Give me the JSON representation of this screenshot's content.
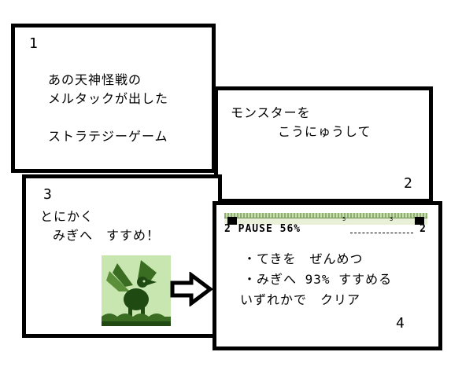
{
  "panels": {
    "p1": {
      "number": "1",
      "lines": [
        "あの天神怪戦の",
        "メルタックが出した",
        "ストラテジーゲーム"
      ]
    },
    "p2": {
      "number": "2",
      "lines": [
        "モンスターを",
        "こうにゅうして"
      ]
    },
    "p3": {
      "number": "3",
      "lines": [
        "とにかく",
        "みぎへ　すすめ！"
      ]
    },
    "p4": {
      "number": "4",
      "pause_bar": {
        "left_num": "2",
        "label": "PAUSE",
        "percent": "56%",
        "right_num": "2",
        "marker_left": "5",
        "marker_right": "3"
      },
      "lines": [
        "・てきを　ぜんめつ",
        "・みぎへ 93% すすめる",
        "いずれかで　クリア"
      ]
    }
  },
  "colors": {
    "border": "#000000",
    "sprite_bg": "#c8e6b0",
    "sprite_fg": "#1f4a12"
  },
  "icons": {
    "arrow": "right-arrow-icon",
    "sprite": "winged-dragon-sprite"
  }
}
